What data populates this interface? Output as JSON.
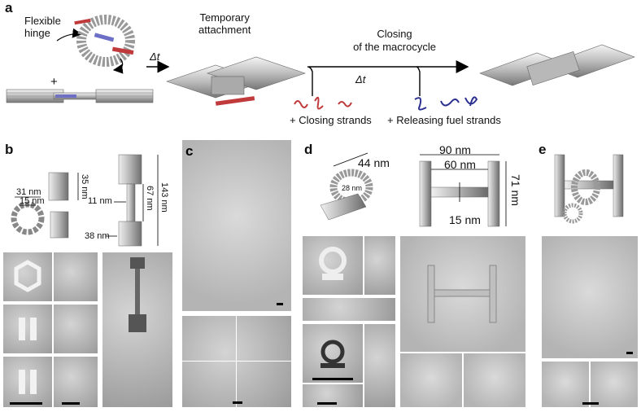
{
  "panels": {
    "a": "a",
    "b": "b",
    "c": "c",
    "d": "d",
    "e": "e"
  },
  "panel_a": {
    "hinge_label_line1": "Flexible",
    "hinge_label_line2": "hinge",
    "plus": "+",
    "delta_t_1": "Δt",
    "attach_line1": "Temporary",
    "attach_line2": "attachment",
    "closing_line1": "Closing",
    "closing_line2": "of the macrocycle",
    "delta_t_2": "Δt",
    "closing_strands": "+ Closing strands",
    "releasing_strands": "+ Releasing fuel strands"
  },
  "panel_b": {
    "dim_31": "31 nm",
    "dim_15": "15 nm",
    "dim_35": "35 nm",
    "dim_11": "11 nm",
    "dim_67": "67 nm",
    "dim_143": "143 nm",
    "dim_38": "38 nm"
  },
  "panel_d": {
    "dim_44": "44 nm",
    "dim_28": "28 nm",
    "dim_90": "90 nm",
    "dim_60": "60 nm",
    "dim_71": "71 nm",
    "dim_15": "15 nm"
  },
  "colors": {
    "helix_gray": "#9e9e9e",
    "closing_red": "#c0393b",
    "fuel_blue": "#2b2f8f",
    "hinge_purple": "#6d6fc7"
  }
}
